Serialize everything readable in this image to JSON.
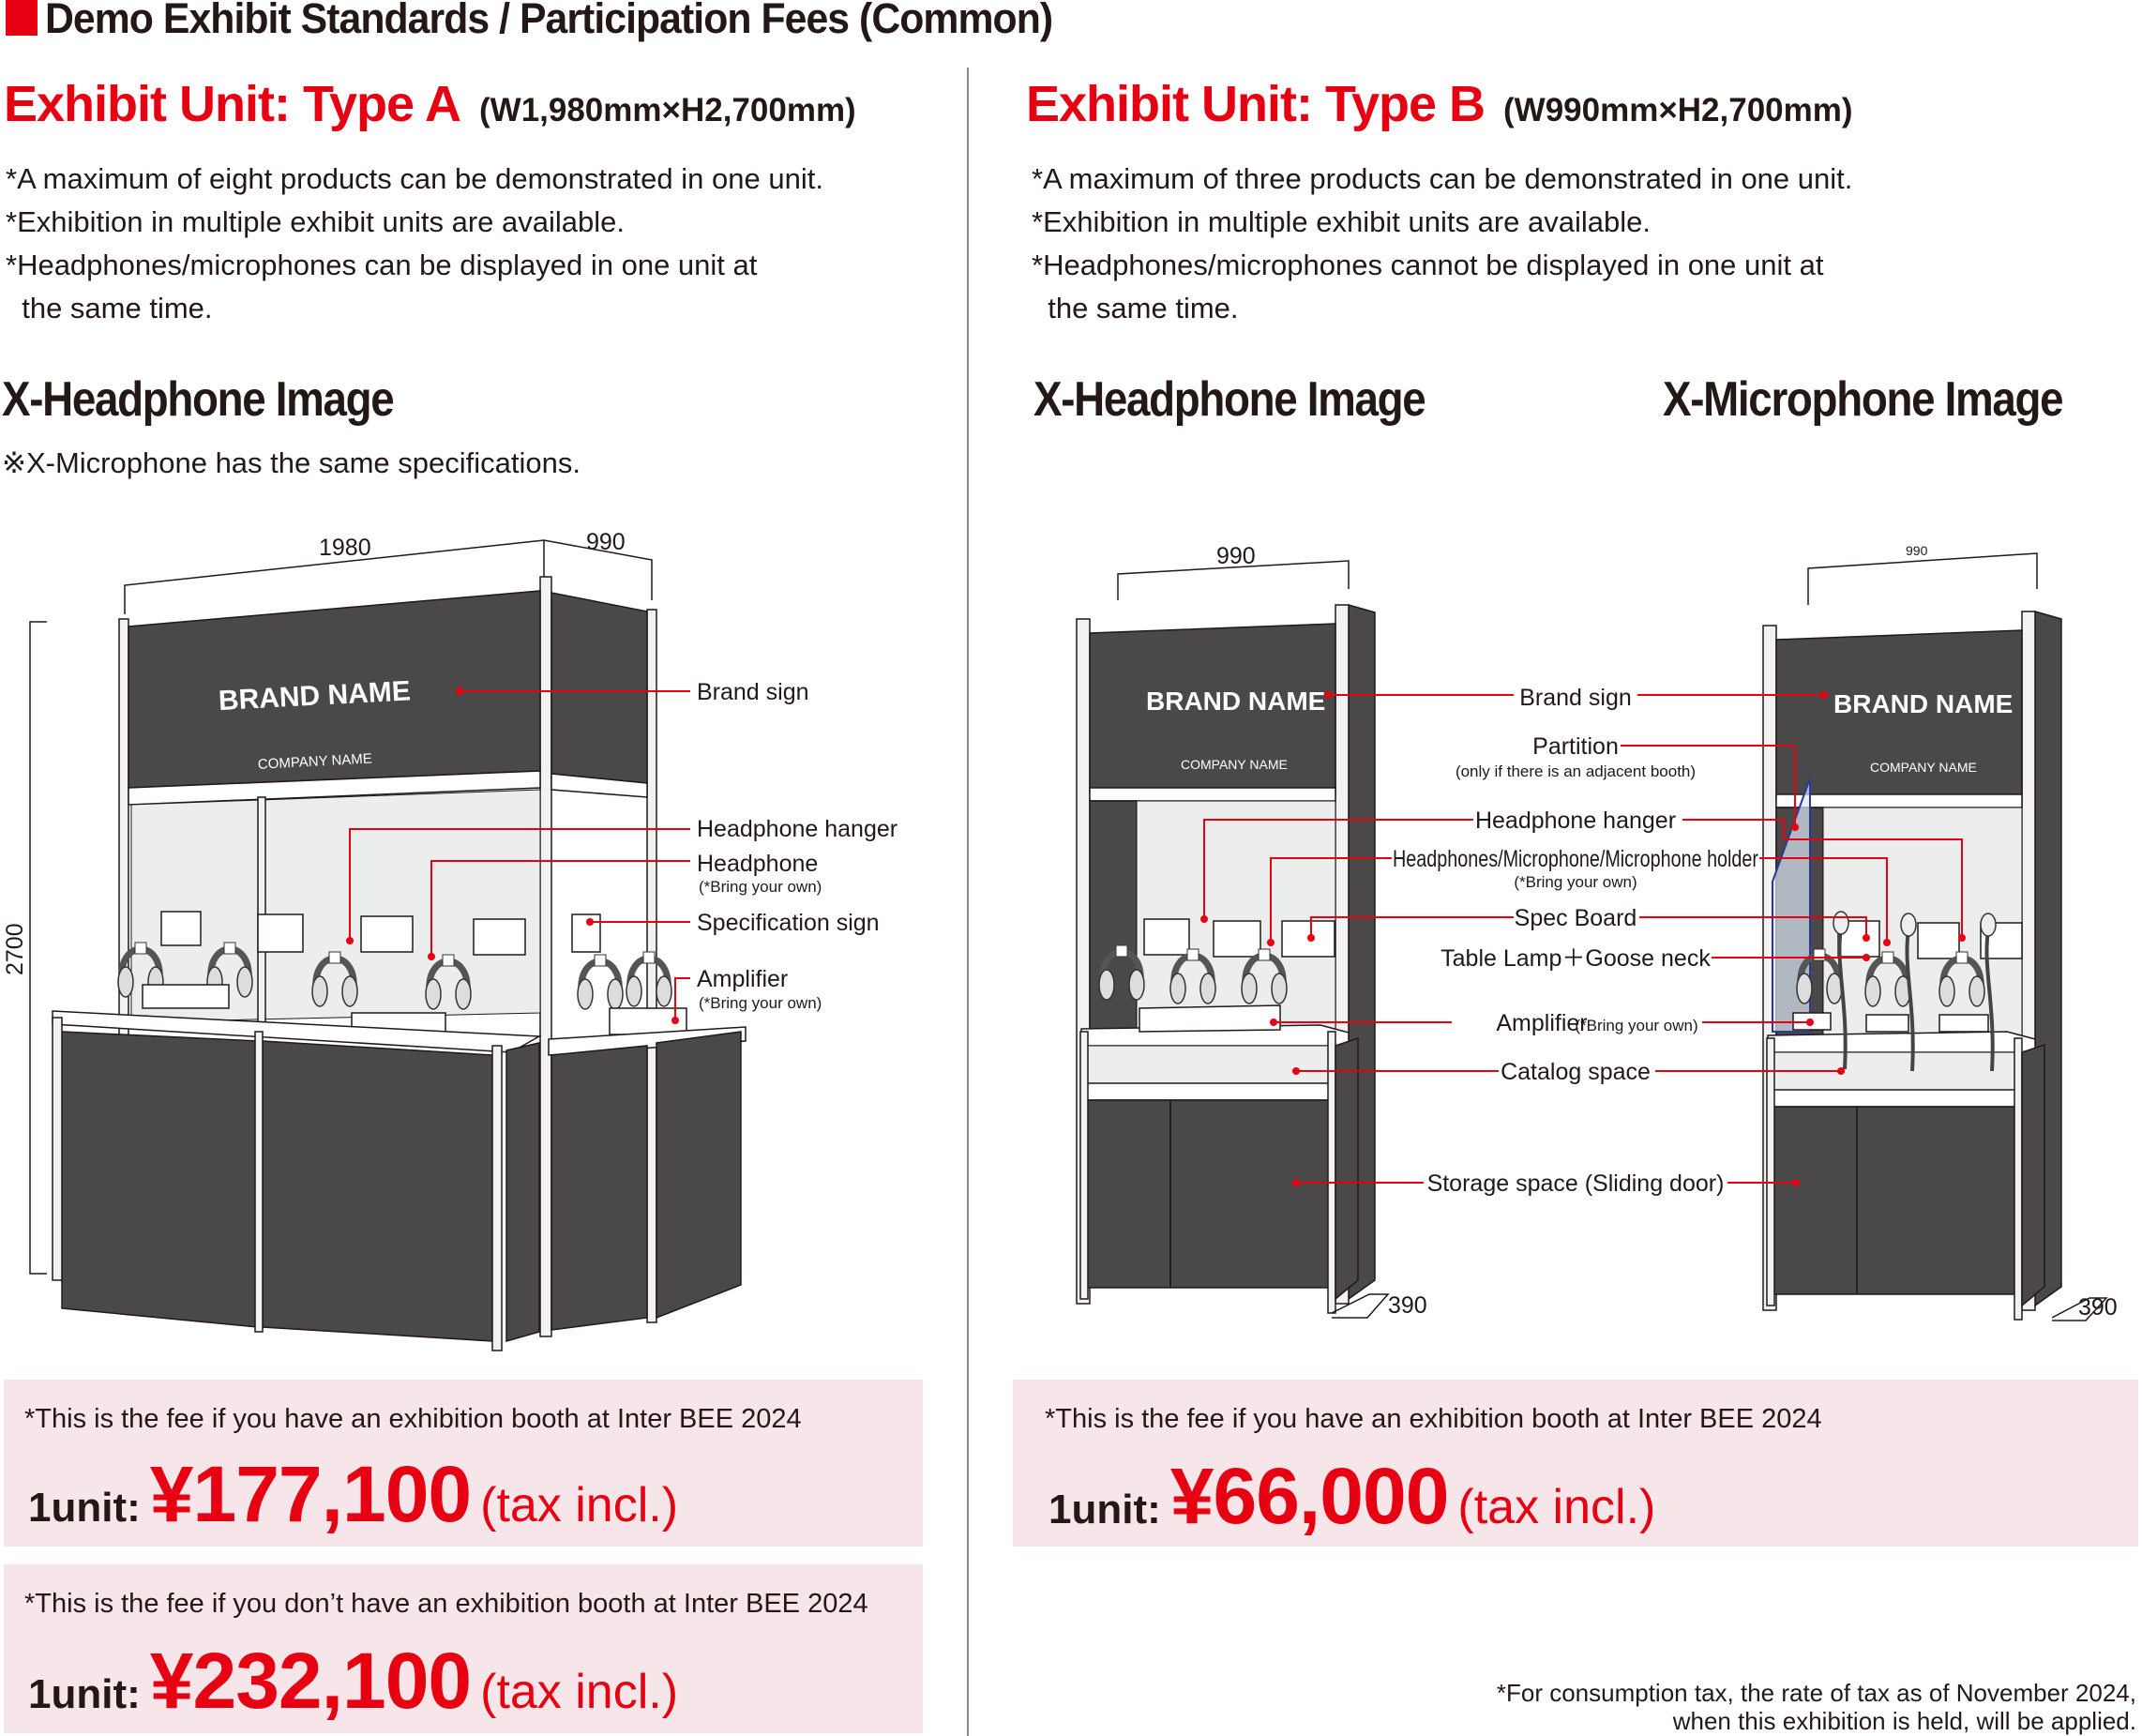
{
  "header": {
    "title": "Demo Exhibit Standards / Participation Fees (Common)"
  },
  "type_a": {
    "title": "Exhibit Unit: Type A",
    "size": "(W1,980mm×H2,700mm)",
    "bullets": [
      "*A maximum of eight products can be demonstrated in one unit.",
      "*Exhibition in multiple exhibit units are available.",
      "*Headphones/microphones can be displayed in one unit at",
      "  the same time."
    ],
    "image_heading": "X-Headphone Image",
    "image_note": "※X-Microphone has the same specifications.",
    "diagram": {
      "dim_width": "1980",
      "dim_depth": "990",
      "dim_height": "2700",
      "brand_name": "BRAND NAME",
      "company_name": "COMPANY NAME",
      "labels": {
        "brand_sign": "Brand sign",
        "headphone_hanger": "Headphone hanger",
        "headphone": "Headphone",
        "headphone_note": "(*Bring your own)",
        "spec_sign": "Specification sign",
        "amplifier": "Amplifier",
        "amplifier_note": "(*Bring your own)"
      }
    },
    "fees": [
      {
        "note": "*This is the fee if you have an exhibition booth at Inter BEE 2024",
        "unit": "1unit:",
        "price": "¥177,100",
        "tax": "(tax incl.)"
      },
      {
        "note": "*This is the fee if you don’t have an exhibition booth at Inter BEE 2024",
        "unit": "1unit:",
        "price": "¥232,100",
        "tax": "(tax incl.)"
      }
    ]
  },
  "type_b": {
    "title": "Exhibit Unit: Type B",
    "size": "(W990mm×H2,700mm)",
    "bullets": [
      "*A maximum of three products can be demonstrated in one unit.",
      "*Exhibition in multiple exhibit units are available.",
      "*Headphones/microphones cannot be displayed in one unit at",
      "  the same time."
    ],
    "headphone_heading": "X-Headphone Image",
    "microphone_heading": "X-Microphone Image",
    "diagram": {
      "dim_width": "990",
      "dim_depth": "390",
      "brand_name": "BRAND NAME",
      "company_name": "COMPANY NAME",
      "labels": {
        "brand_sign": "Brand sign",
        "partition": "Partition",
        "partition_note": "(only if there is an adjacent booth)",
        "headphone_hanger": "Headphone hanger",
        "holder": "Headphones/Microphone/Microphone holder",
        "holder_note": "(*Bring your own)",
        "spec_board": "Spec Board",
        "table_lamp": "Table Lamp＋Goose neck",
        "amplifier": "Amplifier",
        "amplifier_note": "(*Bring your own)",
        "catalog": "Catalog space",
        "storage": "Storage space (Sliding door)"
      }
    },
    "fee": {
      "note": "*This is the fee if you have an exhibition booth at Inter BEE 2024",
      "unit": "1unit:",
      "price": "¥66,000",
      "tax": "(tax incl.)"
    }
  },
  "footnote": [
    "*For consumption tax, the rate of tax as of November 2024,",
    "when this exhibition is held, will be applied."
  ],
  "colors": {
    "accent": "#e60012",
    "text": "#231815",
    "panel": "#4a4849",
    "fee_bg": "#f7e6e9"
  }
}
